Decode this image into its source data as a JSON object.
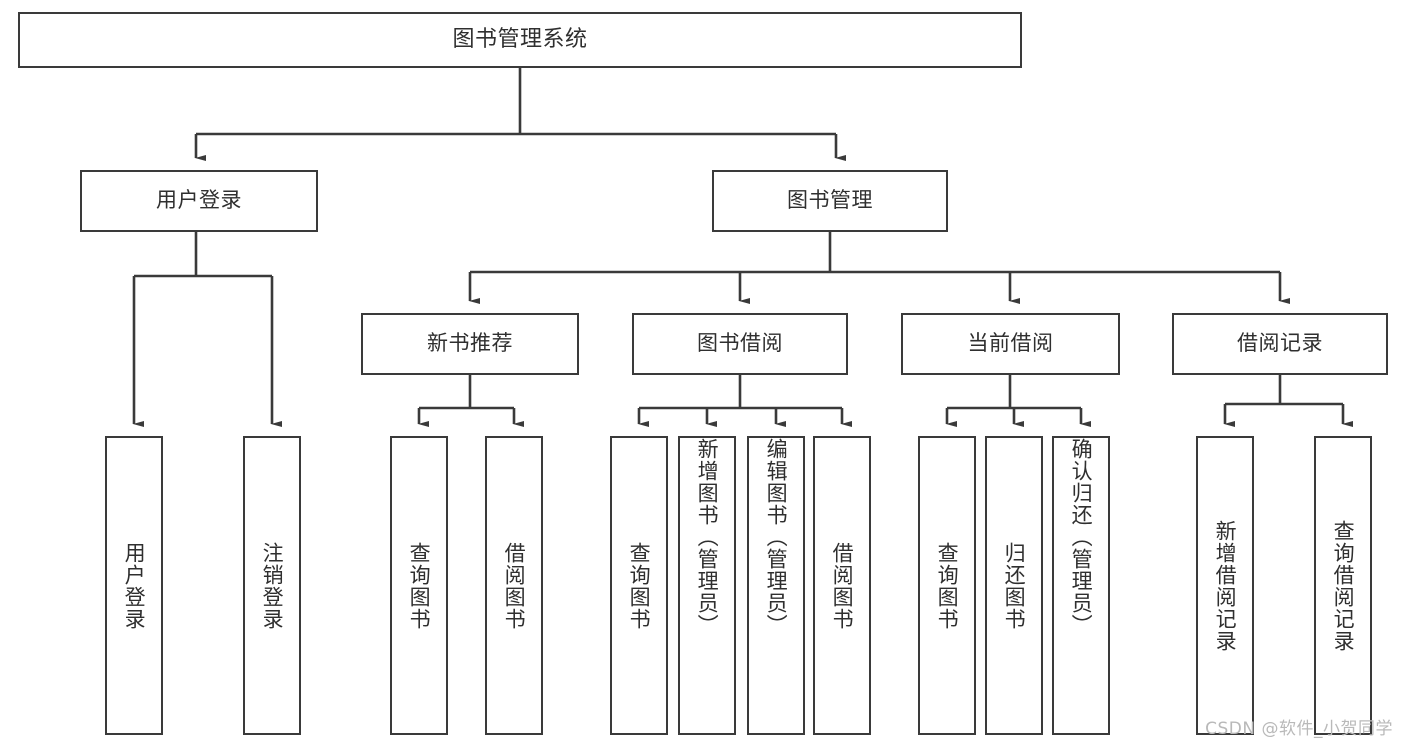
{
  "diagram": {
    "title": "图书管理系统",
    "type": "tree",
    "orientation": "top-down",
    "colors": {
      "node_border": "#3a3a3a",
      "node_fill": "#ffffff",
      "edge": "#3a3a3a",
      "text": "#2f2f2f",
      "watermark": "#b9b9b9",
      "background": "#ffffff"
    },
    "watermark": "CSDN @软件_小贺同学",
    "nodes": {
      "root": {
        "label": "图书管理系统"
      },
      "level2": [
        {
          "id": "user-login",
          "label": "用户登录"
        },
        {
          "id": "book-management",
          "label": "图书管理"
        }
      ],
      "level3": [
        {
          "id": "new-book-recommend",
          "label": "新书推荐"
        },
        {
          "id": "book-borrow",
          "label": "图书借阅"
        },
        {
          "id": "current-borrow",
          "label": "当前借阅"
        },
        {
          "id": "borrow-record",
          "label": "借阅记录"
        }
      ],
      "leaves": [
        {
          "id": "leaf-user-login",
          "label": "用户登录",
          "parent": "user-login"
        },
        {
          "id": "leaf-logout-login",
          "label": "注销登录",
          "parent": "user-login"
        },
        {
          "id": "leaf-query-book-1",
          "label": "查询图书",
          "parent": "new-book-recommend"
        },
        {
          "id": "leaf-borrow-book-1",
          "label": "借阅图书",
          "parent": "new-book-recommend"
        },
        {
          "id": "leaf-query-book-2",
          "label": "查询图书",
          "parent": "book-borrow"
        },
        {
          "id": "leaf-add-book",
          "label": "新增图书（管理员）",
          "parent": "book-borrow"
        },
        {
          "id": "leaf-edit-book",
          "label": "编辑图书（管理员）",
          "parent": "book-borrow"
        },
        {
          "id": "leaf-borrow-book-2",
          "label": "借阅图书",
          "parent": "book-borrow"
        },
        {
          "id": "leaf-query-book-3",
          "label": "查询图书",
          "parent": "current-borrow"
        },
        {
          "id": "leaf-return-book",
          "label": "归还图书",
          "parent": "current-borrow"
        },
        {
          "id": "leaf-confirm-return",
          "label": "确认归还（管理员）",
          "parent": "current-borrow"
        },
        {
          "id": "leaf-add-record",
          "label": "新增借阅记录",
          "parent": "borrow-record"
        },
        {
          "id": "leaf-query-record",
          "label": "查询借阅记录",
          "parent": "borrow-record"
        }
      ]
    }
  }
}
